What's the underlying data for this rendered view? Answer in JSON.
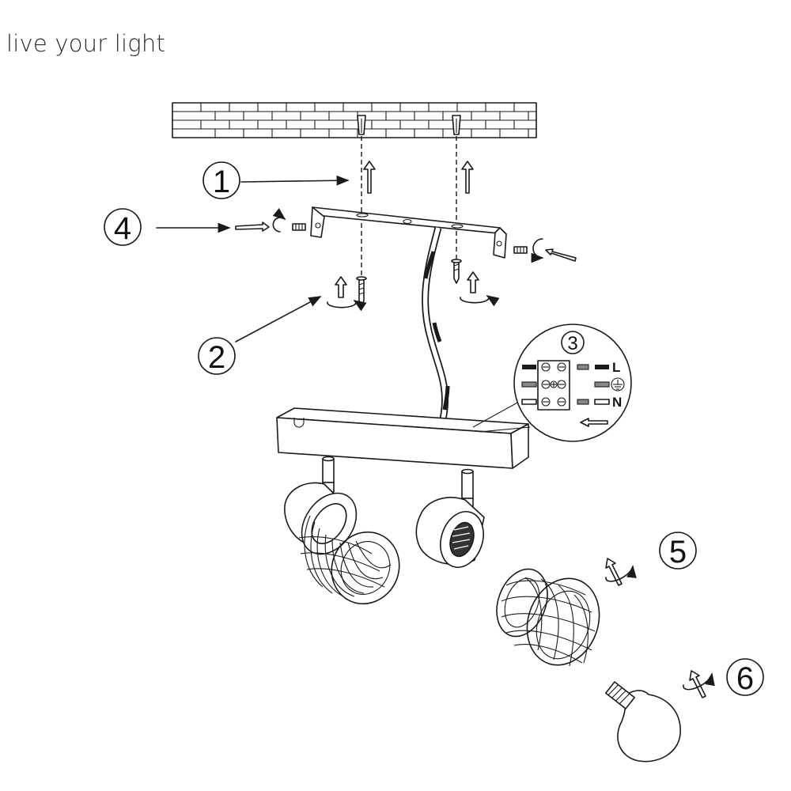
{
  "brand": {
    "tagline": "live your light"
  },
  "steps": [
    "1",
    "2",
    "3",
    "4",
    "5",
    "6"
  ],
  "wiring": {
    "live": "L",
    "neutral": "N"
  }
}
